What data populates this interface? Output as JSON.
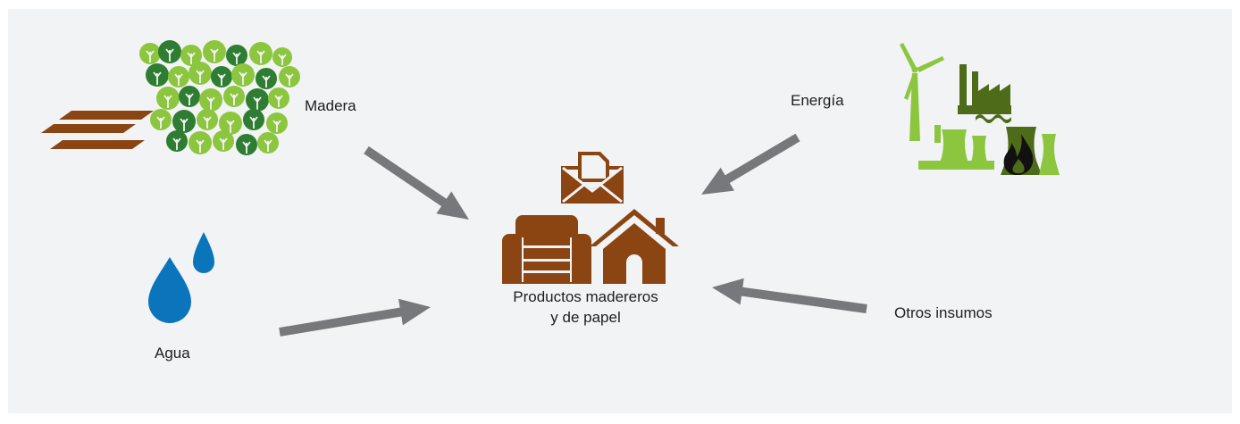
{
  "labels": {
    "madera": "Madera",
    "energia": "Energía",
    "agua": "Agua",
    "otros": "Otros insumos",
    "productos_line1": "Productos madereros",
    "productos_line2": "y de papel"
  },
  "colors": {
    "background": "#f2f3f4",
    "arrow": "#77787b",
    "wood": "#8b4513",
    "product": "#8b4513",
    "water": "#0b75bb",
    "tree_light": "#8cc63f",
    "tree_dark": "#2e7d32",
    "energy_light": "#8cc63f",
    "energy_dark": "#4e6b19",
    "flame": "#111111"
  },
  "icons": [
    "wood-planks-icon",
    "forest-icon",
    "water-drops-icon",
    "wind-turbine-icon",
    "factory-icon",
    "power-plant-icon",
    "envelope-icon",
    "armchair-icon",
    "house-icon"
  ]
}
